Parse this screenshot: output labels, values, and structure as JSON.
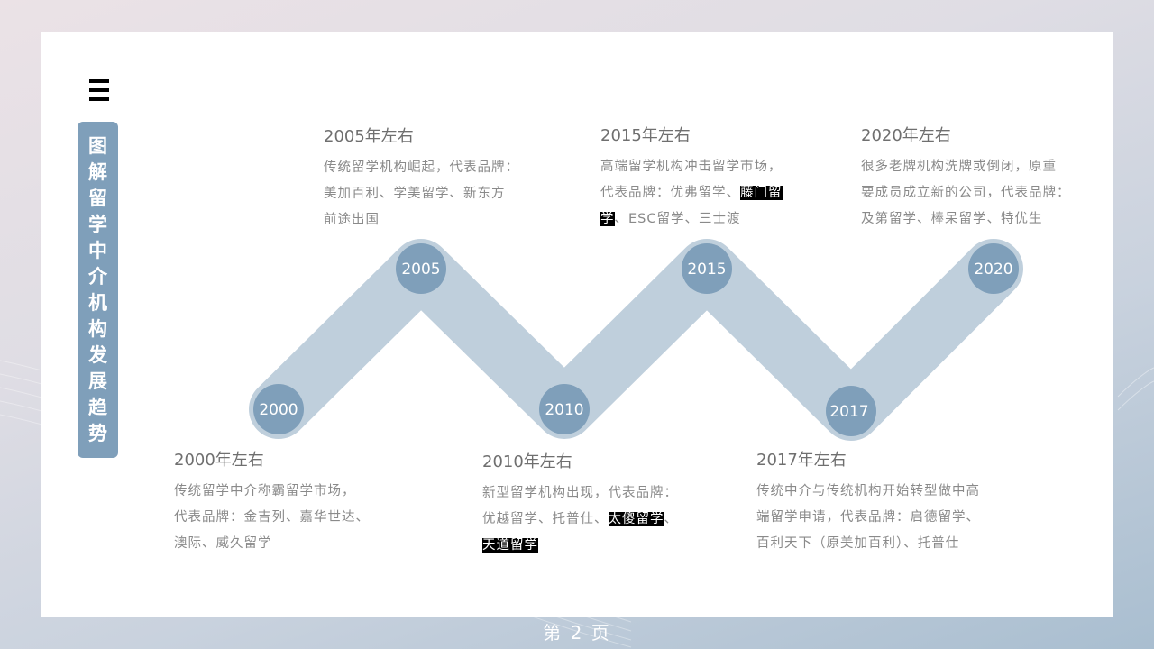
{
  "slide": {
    "menu_icon": "hamburger-icon",
    "title": "图解留学中介机构发展趋势",
    "page_label": "第 2 页",
    "colors": {
      "band": "#bfcfdc",
      "node": "#7f9fba",
      "title_bar": "#7f9fba",
      "highlight_bg": "#000000"
    }
  },
  "timeline": {
    "nodes": [
      {
        "label": "2000"
      },
      {
        "label": "2005"
      },
      {
        "label": "2010"
      },
      {
        "label": "2015"
      },
      {
        "label": "2017"
      },
      {
        "label": "2020"
      }
    ],
    "entries": [
      {
        "year": "2000年左右",
        "lines": [
          "传统留学中介称霸留学市场，",
          "代表品牌：金吉列、嘉华世达、",
          "澳际、威久留学"
        ]
      },
      {
        "year": "2005年左右",
        "lines": [
          "传统留学机构崛起，代表品牌：",
          "美加百利、学美留学、新东方",
          "前途出国"
        ]
      },
      {
        "year": "2010年左右",
        "lines": [
          "新型留学机构出现，代表品牌：",
          "优越留学、托普仕、",
          "太傻留学",
          "、",
          "天道留学"
        ]
      },
      {
        "year": "2015年左右",
        "lines": [
          "高端留学机构冲击留学市场，",
          "代表品牌：优弗留学、",
          "藤门留",
          "学",
          "、ESC留学、三士渡"
        ]
      },
      {
        "year": "2017年左右",
        "lines": [
          "传统中介与传统机构开始转型做中高",
          "端留学申请，代表品牌：启德留学、",
          "百利天下（原美加百利）、托普仕"
        ]
      },
      {
        "year": "2020年左右",
        "lines": [
          "很多老牌机构洗牌或倒闭，原重",
          "要成员成立新的公司，代表品牌：",
          "及第留学、棒呆留学、特优生"
        ]
      }
    ]
  }
}
